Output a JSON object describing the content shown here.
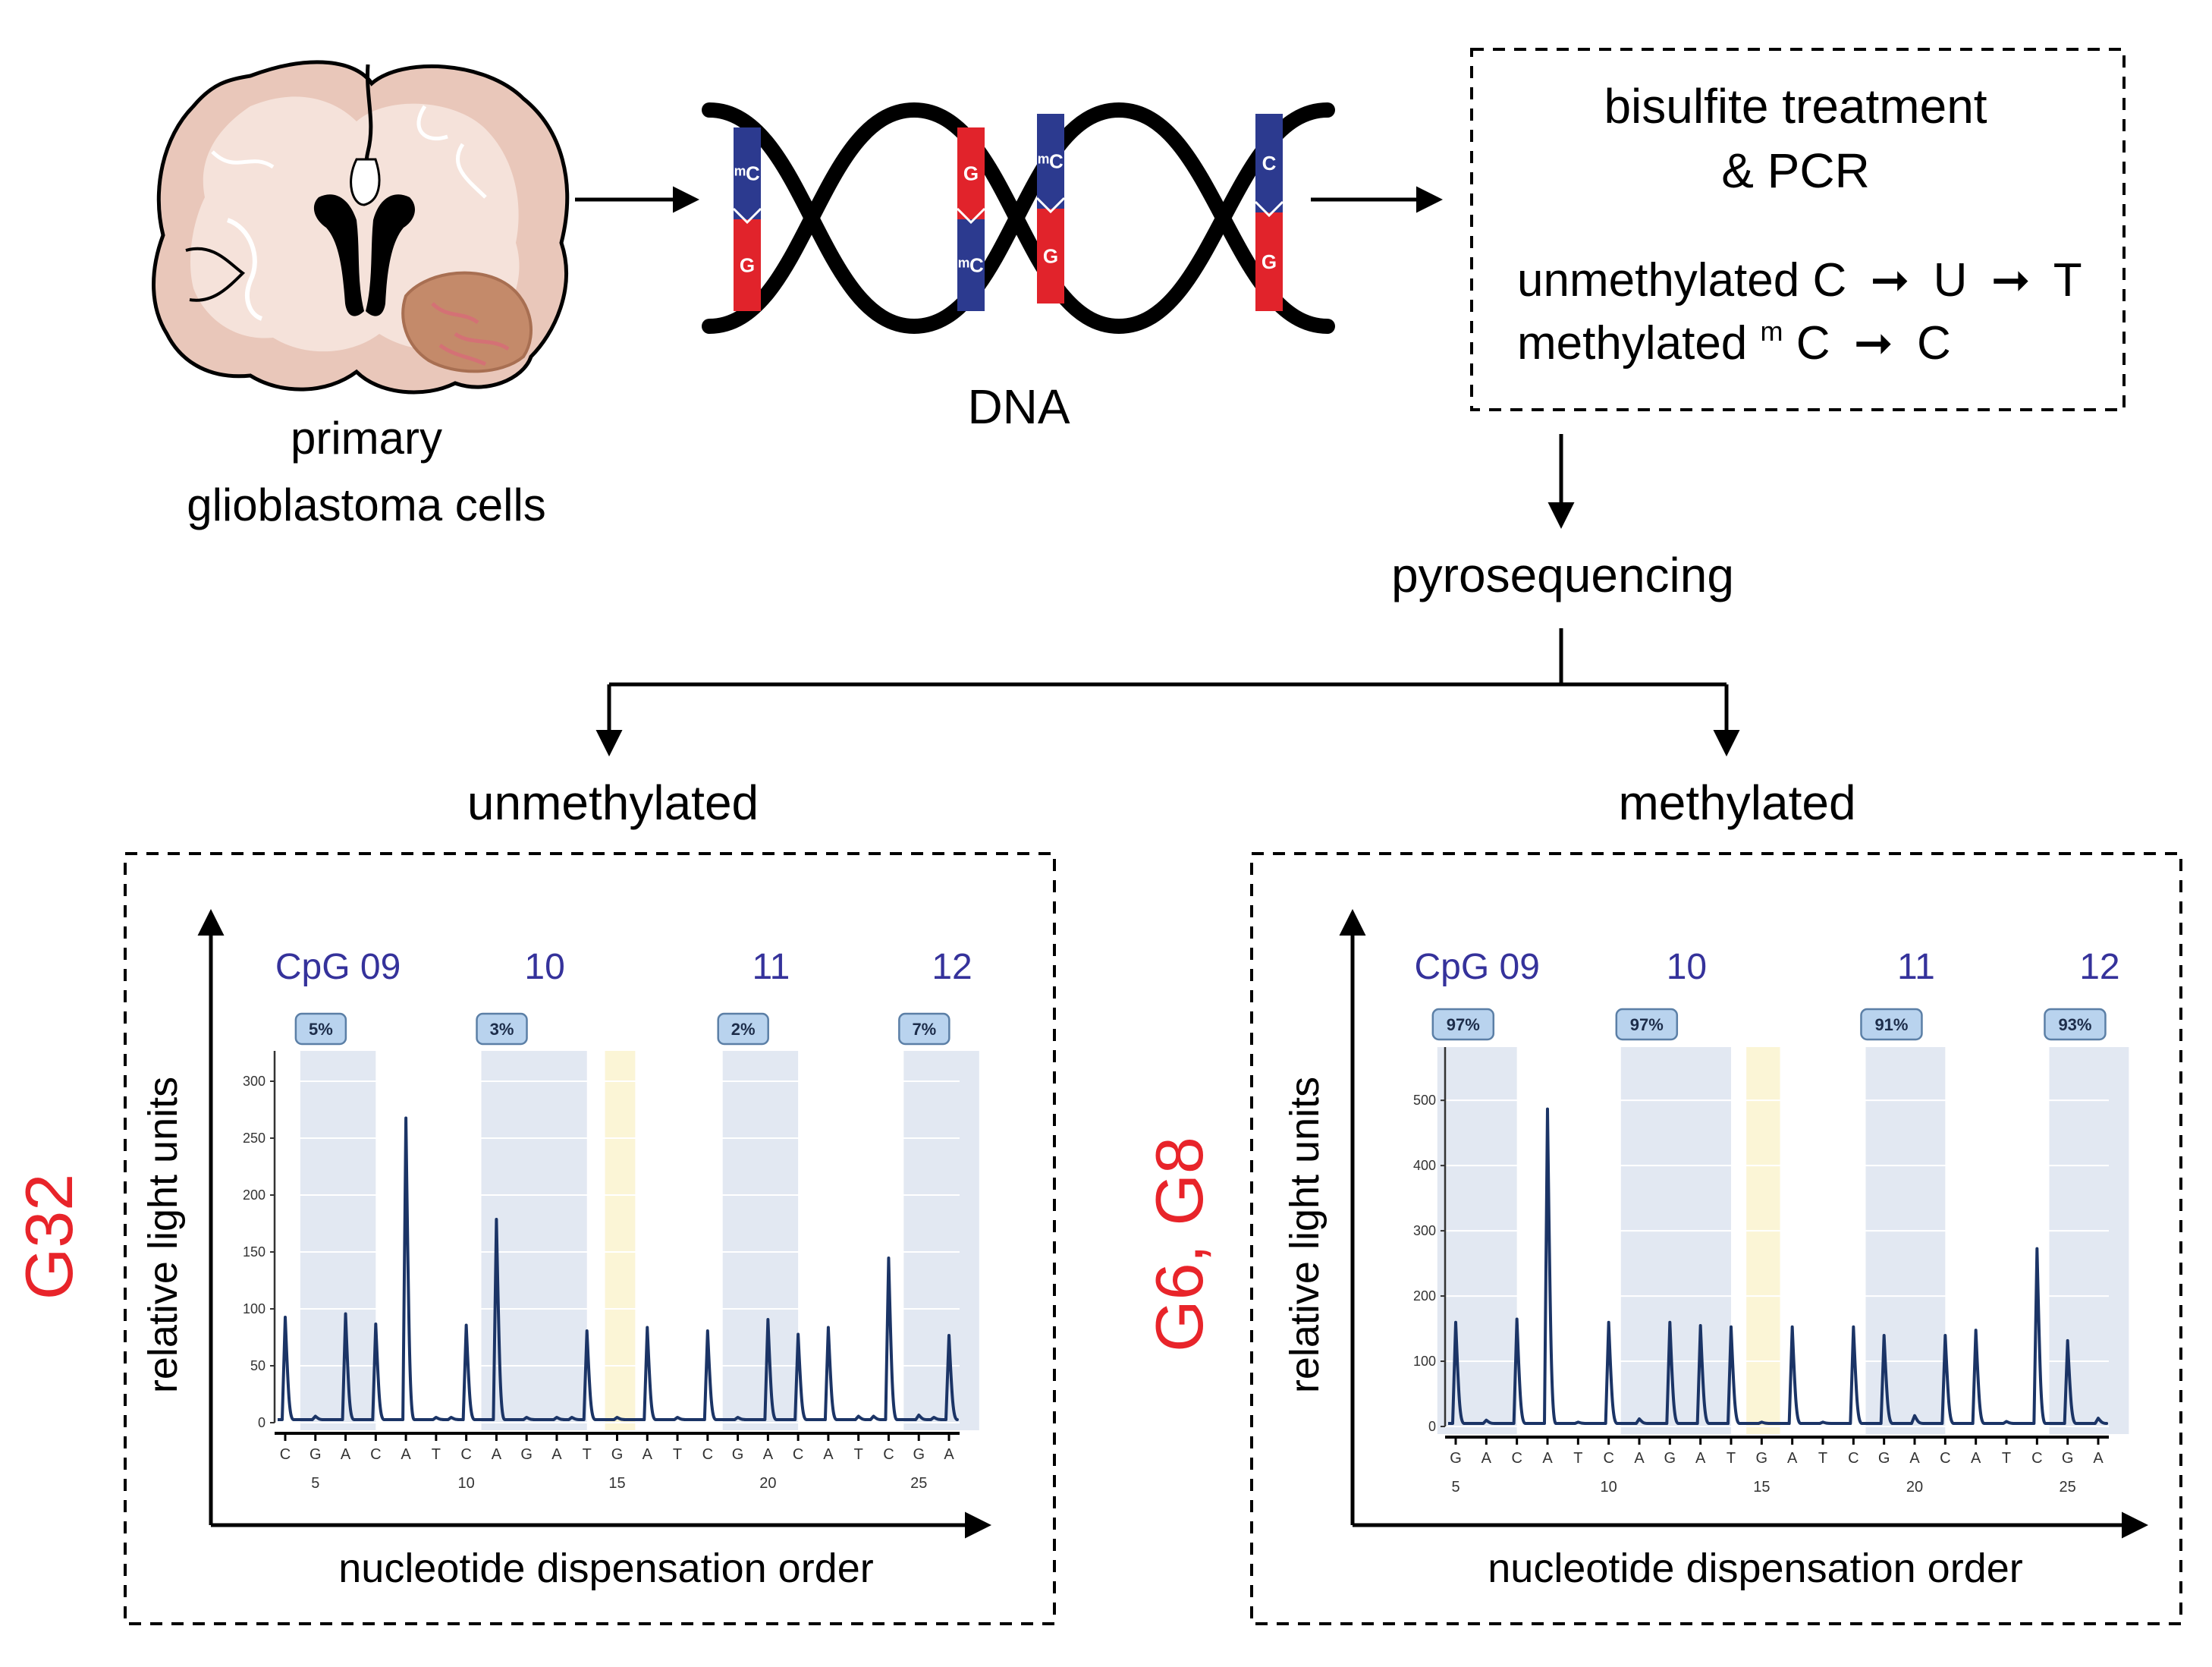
{
  "colors": {
    "ink": "#000000",
    "accent_red": "#e8242a",
    "cpg_label_blue": "#35329b",
    "trace_blue": "#1b3466",
    "pct_badge_fill": "#b9d3ee",
    "pct_badge_stroke": "#5b7fa6",
    "cpg_band": "#e2e8f2",
    "control_band": "#fbf5d6",
    "strand_blue": "#2c3a8f",
    "strand_red": "#e1232b",
    "brain_tissue": "#e9c7ba",
    "brain_inner": "#f5e2da",
    "tumor": "#c48a6a"
  },
  "top": {
    "brain_label_line1": "primary",
    "brain_label_line2": "glioblastoma cells",
    "dna_label": "DNA",
    "dna_base_pairs": [
      {
        "top": "mC",
        "bottom": "G"
      },
      {
        "top": "G",
        "bottom": "mC"
      },
      {
        "top": "mC",
        "bottom": "G"
      },
      {
        "top": "C",
        "bottom": "G"
      }
    ]
  },
  "process_box": {
    "title_line1": "bisulfite treatment",
    "title_line2": "& PCR",
    "unmethylated_prefix": "unmethylated C",
    "unmethylated_mid": "U",
    "unmethylated_end": "T",
    "methylated_prefix": "methylated ",
    "methylated_sup": "m",
    "methylated_mid": "C",
    "methylated_end": "C"
  },
  "pyro_label": "pyrosequencing",
  "branch_left": "unmethylated",
  "branch_right": "methylated",
  "panels": [
    {
      "sample": "G32",
      "ylabel": "relative light units",
      "xlabel": "nucleotide dispensation order",
      "cpg_labels": [
        "CpG 09",
        "10",
        "11",
        "12"
      ],
      "chart_data": {
        "type": "line",
        "title": "",
        "y_ticks": [
          0,
          50,
          100,
          150,
          200,
          250,
          300
        ],
        "ylim": [
          0,
          320
        ],
        "dispensation": [
          "C",
          "G",
          "A",
          "C",
          "A",
          "T",
          "C",
          "A",
          "G",
          "A",
          "T",
          "G",
          "A",
          "T",
          "C",
          "G",
          "A",
          "C",
          "A",
          "T",
          "C",
          "G",
          "A"
        ],
        "position_start": 4,
        "x_ticks": [
          5,
          10,
          15,
          20,
          25
        ],
        "peaks": [
          90,
          3,
          93,
          84,
          265,
          2,
          2,
          83,
          176,
          2,
          2,
          2,
          78,
          2,
          81,
          2,
          78,
          2,
          88,
          75,
          81,
          3,
          3,
          142,
          4,
          2,
          74
        ],
        "peak_positions": [
          4,
          5,
          6,
          7,
          8,
          9,
          9.5,
          10,
          11,
          12,
          13,
          13.5,
          14,
          15,
          16,
          17,
          18,
          19,
          20,
          21,
          22,
          23,
          23.5,
          24,
          25,
          25.5,
          26
        ],
        "cpg_bands": [
          [
            5,
            6.9
          ],
          [
            11,
            13.9
          ],
          [
            19,
            20.9
          ],
          [
            25,
            26.9
          ]
        ],
        "control_band": [
          15,
          15.9
        ],
        "cpg_percent": [
          "5%",
          "3%",
          "2%",
          "7%"
        ]
      }
    },
    {
      "sample": "G6, G8",
      "ylabel": "relative light units",
      "xlabel": "nucleotide dispensation order",
      "cpg_labels": [
        "CpG 09",
        "10",
        "11",
        "12"
      ],
      "chart_data": {
        "type": "line",
        "title": "",
        "y_ticks": [
          0,
          100,
          200,
          300,
          400,
          500
        ],
        "ylim": [
          0,
          570
        ],
        "dispensation": [
          "G",
          "A",
          "C",
          "A",
          "T",
          "C",
          "A",
          "G",
          "A",
          "T",
          "G",
          "A",
          "T",
          "C",
          "G",
          "A",
          "C",
          "A",
          "T",
          "C",
          "G",
          "A"
        ],
        "position_start": 5,
        "x_ticks": [
          5,
          10,
          15,
          20,
          25
        ],
        "peaks": [
          155,
          5,
          160,
          482,
          2,
          155,
          7,
          155,
          150,
          148,
          2,
          148,
          2,
          148,
          135,
          12,
          135,
          143,
          3,
          268,
          127,
          8
        ],
        "peak_positions": [
          5,
          6,
          7,
          8,
          9,
          10,
          11,
          12,
          13,
          14,
          15,
          16,
          17,
          18,
          19,
          20,
          21,
          22,
          23,
          24,
          25,
          26
        ],
        "cpg_bands": [
          [
            4.9,
            6.9
          ],
          [
            10.9,
            13.9
          ],
          [
            18.9,
            20.9
          ],
          [
            24.9,
            26.9
          ]
        ],
        "control_band": [
          14.9,
          15.9
        ],
        "cpg_percent": [
          "97%",
          "97%",
          "91%",
          "93%"
        ]
      }
    }
  ]
}
